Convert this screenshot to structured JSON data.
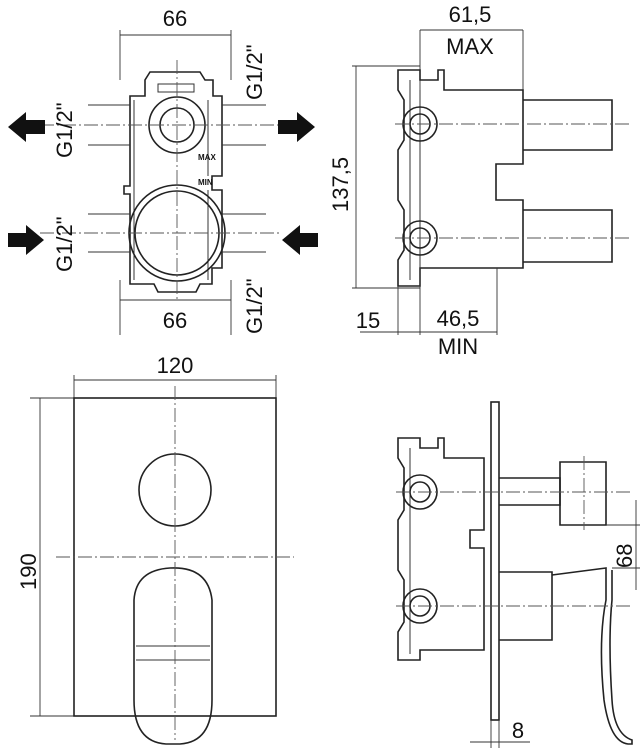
{
  "top_left_view": {
    "dim_top": "66",
    "dim_bottom": "66",
    "thread_top_left": "G1/2\"",
    "thread_top_right": "G1/2\"",
    "thread_bottom_left": "G1/2\"",
    "thread_bottom_right": "G1/2\"",
    "mark_max": "MAX",
    "mark_min": "MIN"
  },
  "top_right_view": {
    "dim_depth_max": "61,5",
    "label_max": "MAX",
    "dim_height": "137,5",
    "dim_base": "15",
    "dim_depth_min": "46,5",
    "label_min": "MIN"
  },
  "bottom_left_view": {
    "dim_width": "120",
    "dim_height": "190"
  },
  "bottom_right_view": {
    "dim_spacing": "68",
    "dim_plate": "8"
  }
}
